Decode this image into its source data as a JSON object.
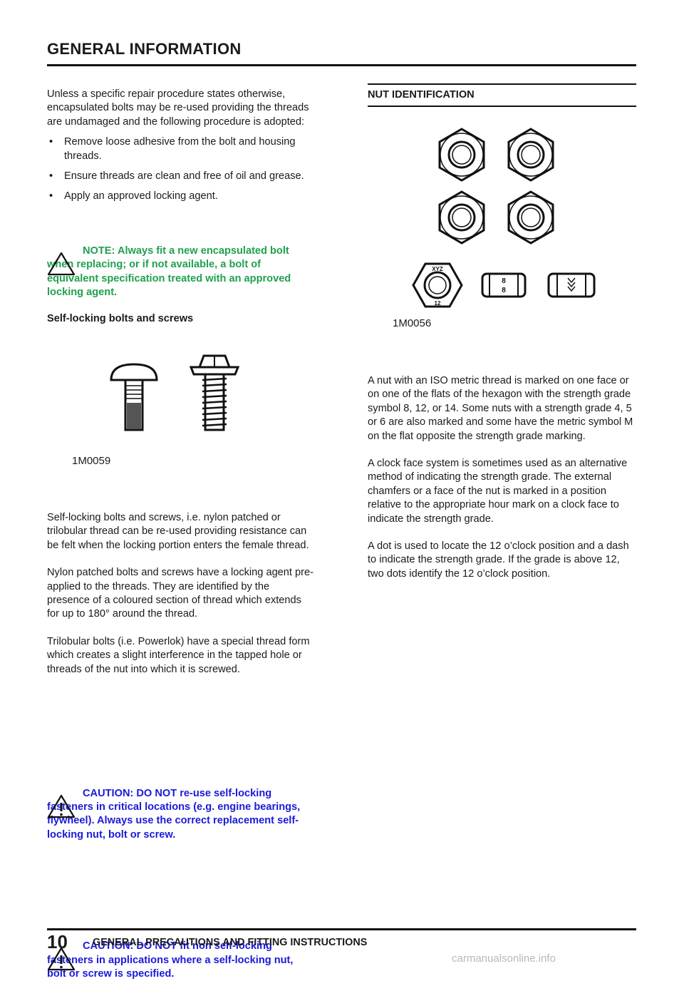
{
  "header": {
    "title": "GENERAL INFORMATION"
  },
  "left": {
    "intro": "Unless a specific repair procedure states otherwise, encapsulated bolts may be re-used providing the threads are undamaged and the following procedure is adopted:",
    "bullets": [
      "Remove loose adhesive from the bolt and housing threads.",
      "Ensure threads are clean and free of oil and grease.",
      "Apply an approved locking agent."
    ],
    "bullet_symbol": "•",
    "note": "NOTE: Always fit a new encapsulated bolt when replacing; or if not available, a bolt of equivalent specification treated with an approved locking agent.",
    "subheading": "Self-locking bolts and screws",
    "figure_label": "1M0059",
    "para1": "Self-locking bolts and screws, i.e. nylon patched or trilobular thread can be re-used providing resistance can be felt when the locking portion enters the female thread.",
    "para2": "Nylon patched bolts and screws have a locking agent pre-applied to the threads. They are identified by the presence of a coloured section of thread which extends for up to 180° around the thread.",
    "para3": "Trilobular bolts (i.e. Powerlok) have a special thread form which creates a slight interference in the tapped hole or threads of the nut into which it is screwed.",
    "caution1": "CAUTION: DO NOT re-use self-locking fasteners in critical locations (e.g. engine bearings, flywheel). Always use the correct replacement self-locking nut, bolt or screw.",
    "caution2": "CAUTION: DO NOT fit non self-locking fasteners in applications where a self-locking nut, bolt or screw is specified."
  },
  "right": {
    "heading": "NUT IDENTIFICATION",
    "figure_label": "1M0056",
    "nut_marks": {
      "top": "XYZ",
      "bottom": "12",
      "flat_digits": [
        "8",
        "8"
      ]
    },
    "para1": "A nut with an ISO metric thread is marked on one face or on one of the flats of the hexagon with the strength grade symbol 8, 12, or 14. Some nuts with a strength grade 4, 5 or 6 are also marked and some have the metric symbol M on the flat opposite the strength grade marking.",
    "para2": "A clock face system is sometimes used as an alternative method of indicating the strength grade. The external chamfers or a face of the nut is marked in a position relative to the appropriate hour mark on a clock face to indicate the strength grade.",
    "para3": "A dot is used to locate the 12 o’clock position and a dash to indicate the strength grade. If the grade is above 12, two dots identify the 12 o’clock position."
  },
  "footer": {
    "page_number": "10",
    "section": "GENERAL PRECAUTIONS AND FITTING INSTRUCTIONS",
    "watermark": "carmanualsonline.info"
  },
  "colors": {
    "note": "#1fa14f",
    "caution": "#1a1adb",
    "text": "#1a1a1a"
  },
  "icons": {
    "note": "note-triangle-icon",
    "caution": "caution-triangle-icon"
  }
}
